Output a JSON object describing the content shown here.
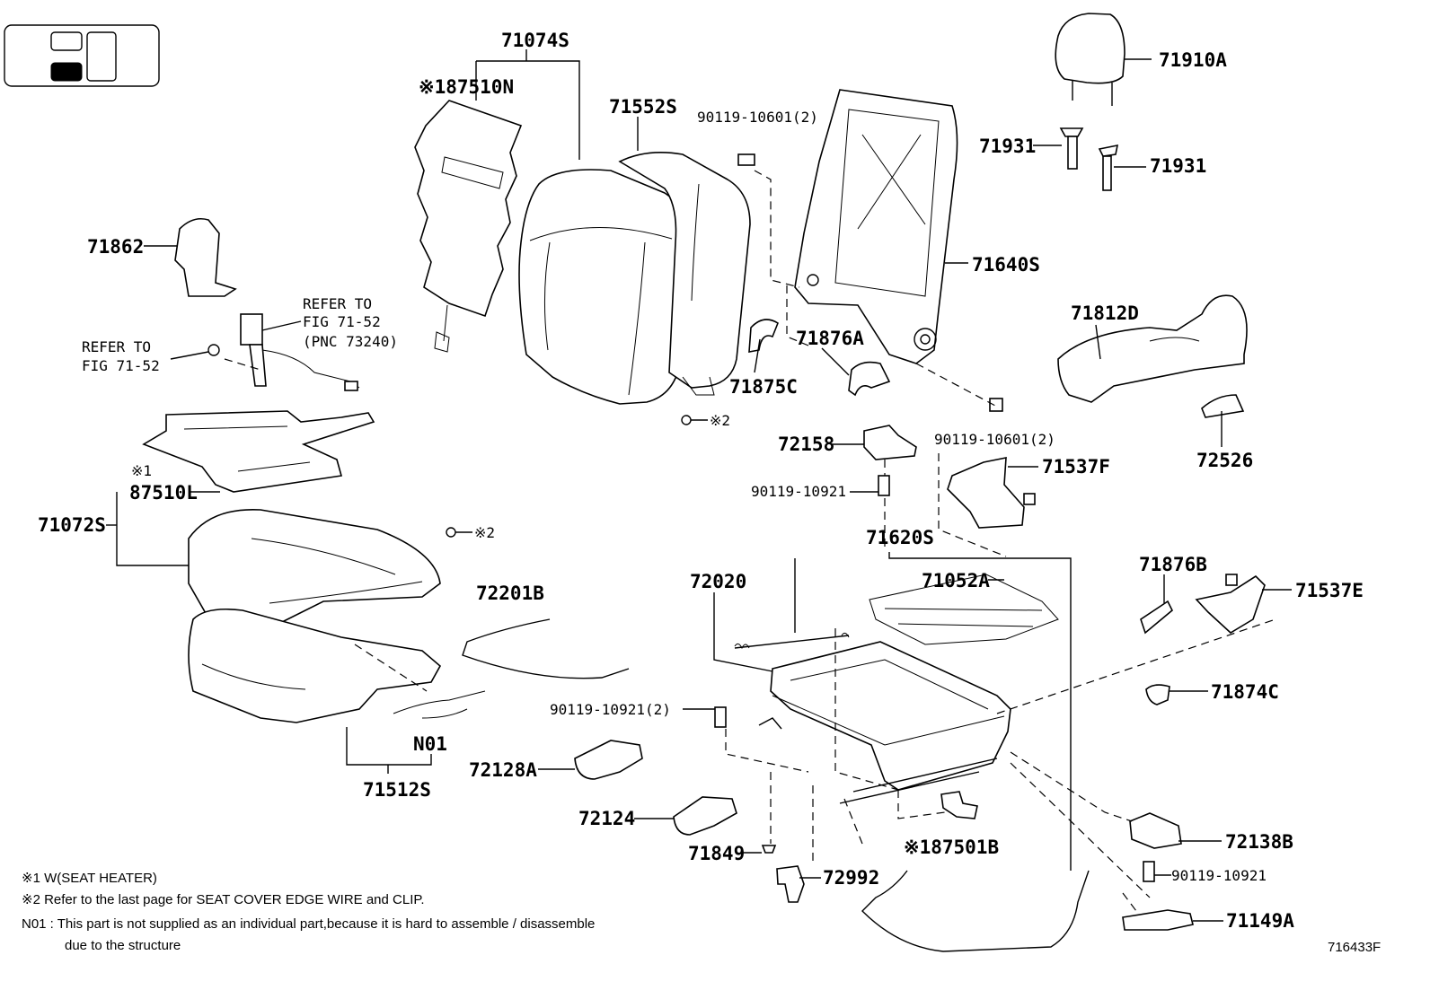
{
  "labels": {
    "p71074S": "71074S",
    "p87510N": "※187510N",
    "p71552S": "71552S",
    "p90119_10601a": "90119-10601(2)",
    "p71910A": "71910A",
    "p71931a": "71931",
    "p71931b": "71931",
    "p71862": "71862",
    "p71640S": "71640S",
    "refer1_line1": "REFER TO",
    "refer1_line2": "FIG 71-52",
    "refer1_line3": "(PNC 73240)",
    "refer2_line1": "REFER TO",
    "refer2_line2": "FIG 71-52",
    "p71812D": "71812D",
    "p71876A": "71876A",
    "p71875C": "71875C",
    "clip_note_a": "※2",
    "p90119_10601b": "90119-10601(2)",
    "p72526": "72526",
    "p72158": "72158",
    "p71537F": "71537F",
    "p87510L_mark": "※1",
    "p87510L": "87510L",
    "p90119_10921a": "90119-10921",
    "p71072S": "71072S",
    "clip_note_b": "※2",
    "p71620S": "71620S",
    "p72201B": "72201B",
    "p72020": "72020",
    "p71052A": "71052A",
    "p71876B": "71876B",
    "p71537E": "71537E",
    "p71874C": "71874C",
    "p90119_10921_2": "90119-10921(2)",
    "pN01": "N01",
    "p72128A": "72128A",
    "p71512S": "71512S",
    "p72124": "72124",
    "p71849": "71849",
    "p87501B": "※187501B",
    "p72138B": "72138B",
    "p72992": "72992",
    "p90119_10921b": "90119-10921",
    "p71149A": "71149A"
  },
  "footnotes": {
    "note1": "※1  W(SEAT HEATER)",
    "note2": "※2  Refer to the last page for SEAT COVER EDGE WIRE and CLIP.",
    "note3a": "N01 : This part is not supplied as an individual part,because it is hard to assemble / disassemble",
    "note3b": "due to the structure"
  },
  "figure_id": "716433F"
}
